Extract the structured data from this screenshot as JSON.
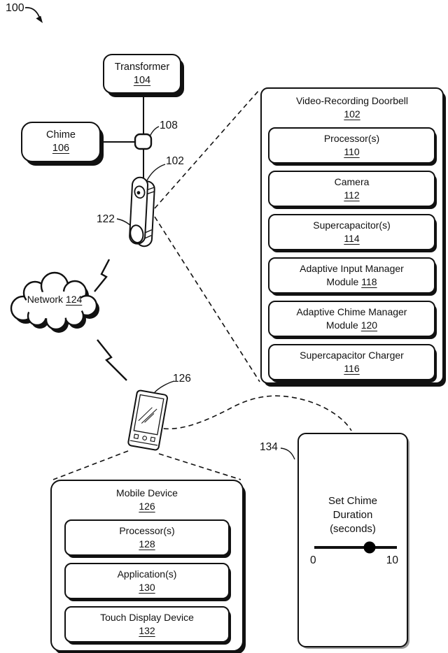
{
  "figure_ref": "100",
  "transformer": {
    "label": "Transformer",
    "ref": "104"
  },
  "chime": {
    "label": "Chime",
    "ref": "106"
  },
  "junction": {
    "ref": "108"
  },
  "doorbell_device": {
    "ref": "102",
    "button_ref": "122"
  },
  "network": {
    "label": "Network",
    "ref": "124"
  },
  "phone": {
    "ref": "126"
  },
  "doorbell_box": {
    "title": "Video-Recording Doorbell",
    "ref": "102",
    "items": [
      {
        "line1": "Processor(s)",
        "line2_prefix": "",
        "ref": "110"
      },
      {
        "line1": "Camera",
        "line2_prefix": "",
        "ref": "112"
      },
      {
        "line1": "Supercapacitor(s)",
        "line2_prefix": "",
        "ref": "114"
      },
      {
        "line1": "Adaptive Input Manager",
        "line2_prefix": "Module ",
        "ref": "118"
      },
      {
        "line1": "Adaptive Chime Manager",
        "line2_prefix": "Module ",
        "ref": "120"
      },
      {
        "line1": "Supercapacitor Charger",
        "line2_prefix": "",
        "ref": "116"
      }
    ]
  },
  "mobile_box": {
    "title": "Mobile Device",
    "ref": "126",
    "items": [
      {
        "line1": "Processor(s)",
        "ref": "128"
      },
      {
        "line1": "Application(s)",
        "ref": "130"
      },
      {
        "line1": "Touch Display Device",
        "ref": "132"
      }
    ]
  },
  "screen": {
    "ref": "134",
    "title_lines": [
      "Set Chime",
      "Duration",
      "(seconds)"
    ],
    "slider_min": "0",
    "slider_max": "10",
    "slider_value_pct": 67
  }
}
